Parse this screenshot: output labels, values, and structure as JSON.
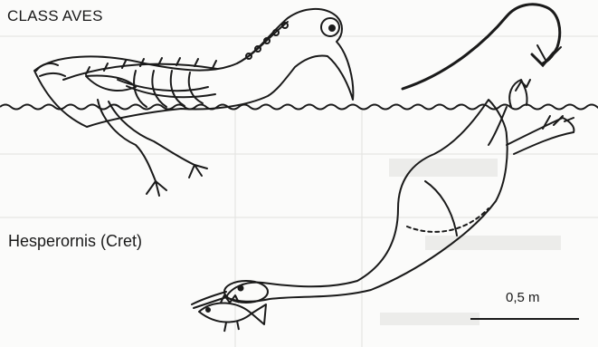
{
  "figure": {
    "title": "CLASS AVES",
    "species_label": "Hesperornis (Cret)",
    "scale_bar_label": "0,5 m"
  },
  "colors": {
    "ink": "#1a1a1a",
    "paper": "#fbfbfa",
    "ghost_text": "#d9d9d6"
  },
  "icons": [
    "skeleton-bird-drawing",
    "diving-bird-drawing",
    "dive-arrow-icon",
    "fish-prey-drawing",
    "water-surface-line"
  ]
}
